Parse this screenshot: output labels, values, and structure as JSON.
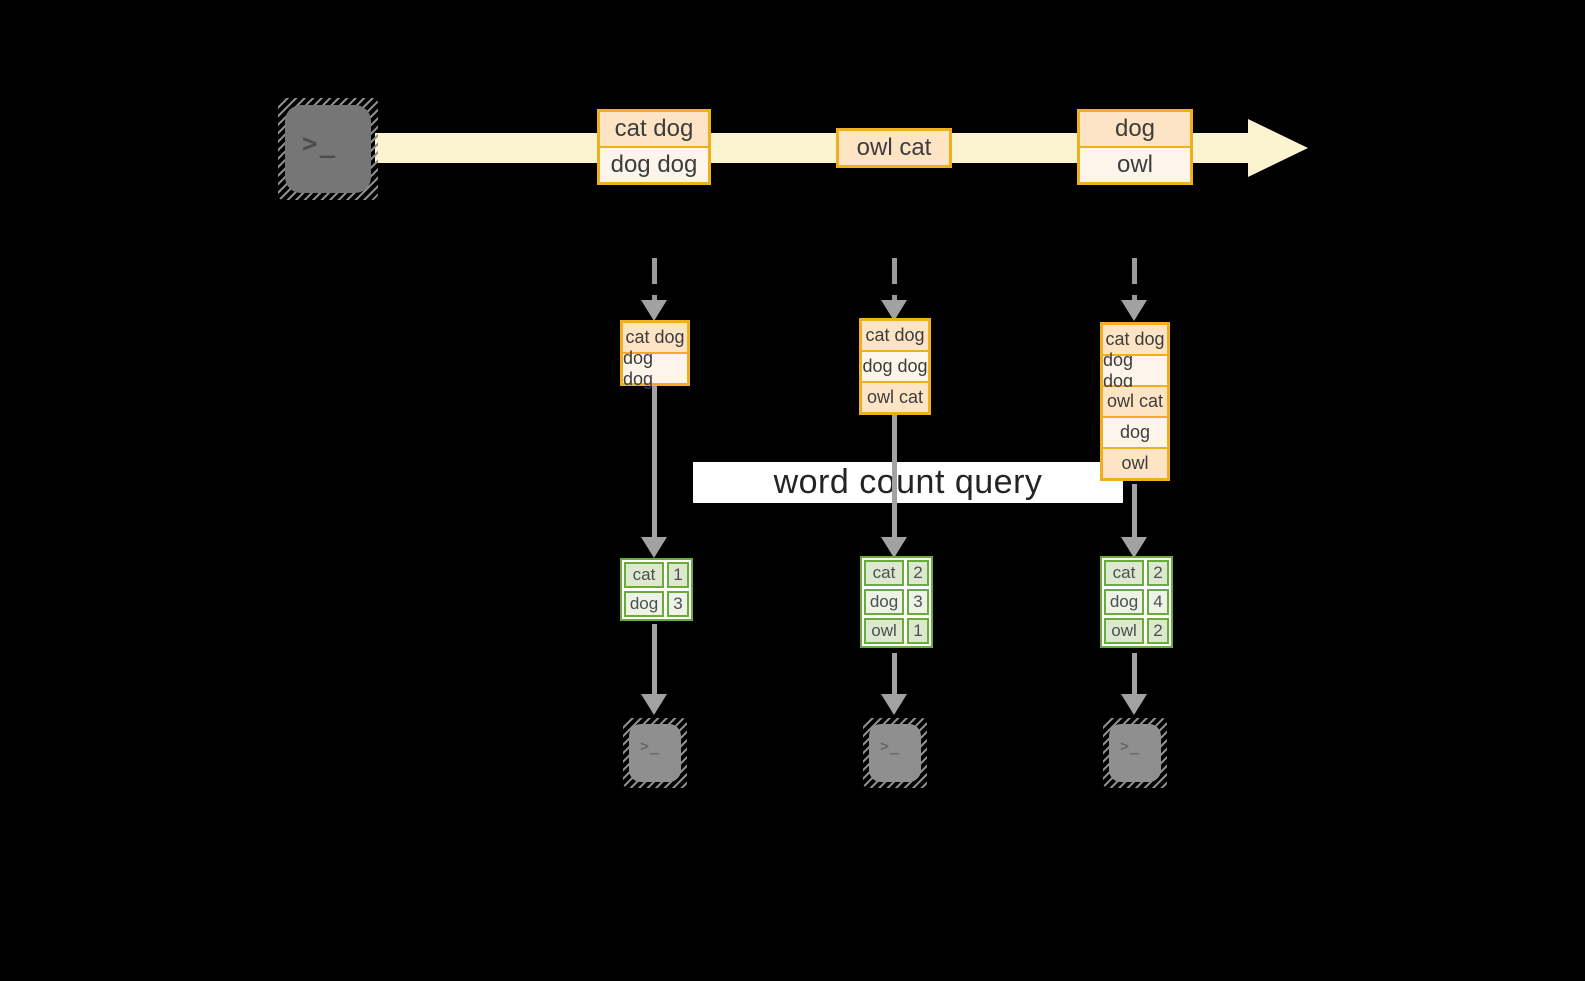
{
  "icons": {
    "terminal_glyph": ">_"
  },
  "query_label": "word count query",
  "stream": {
    "events": [
      {
        "rows": [
          "cat dog",
          "dog dog"
        ]
      },
      {
        "rows": [
          "owl cat"
        ]
      },
      {
        "rows": [
          "dog",
          "owl"
        ]
      }
    ]
  },
  "pipelines": [
    {
      "buffer": [
        "cat dog",
        "dog dog"
      ],
      "table": [
        {
          "word": "cat",
          "count": "1"
        },
        {
          "word": "dog",
          "count": "3"
        }
      ]
    },
    {
      "buffer": [
        "cat dog",
        "dog dog",
        "owl cat"
      ],
      "table": [
        {
          "word": "cat",
          "count": "2"
        },
        {
          "word": "dog",
          "count": "3"
        },
        {
          "word": "owl",
          "count": "1"
        }
      ]
    },
    {
      "buffer": [
        "cat dog",
        "dog dog",
        "owl cat",
        "dog",
        "owl"
      ],
      "table": [
        {
          "word": "cat",
          "count": "2"
        },
        {
          "word": "dog",
          "count": "4"
        },
        {
          "word": "owl",
          "count": "2"
        }
      ]
    }
  ],
  "colors": {
    "background": "#000000",
    "stream_fill": "#fcf3d1",
    "event_border": "#f0b01d",
    "event_fill_dark": "#fce4c5",
    "event_fill_light": "#fdf5e9",
    "table_border": "#6aab3c",
    "table_fill_dark": "#dde8d0",
    "table_fill_light": "#edf3e6",
    "arrow_gray": "#a2a2a2",
    "terminal_gray": "#767676"
  }
}
